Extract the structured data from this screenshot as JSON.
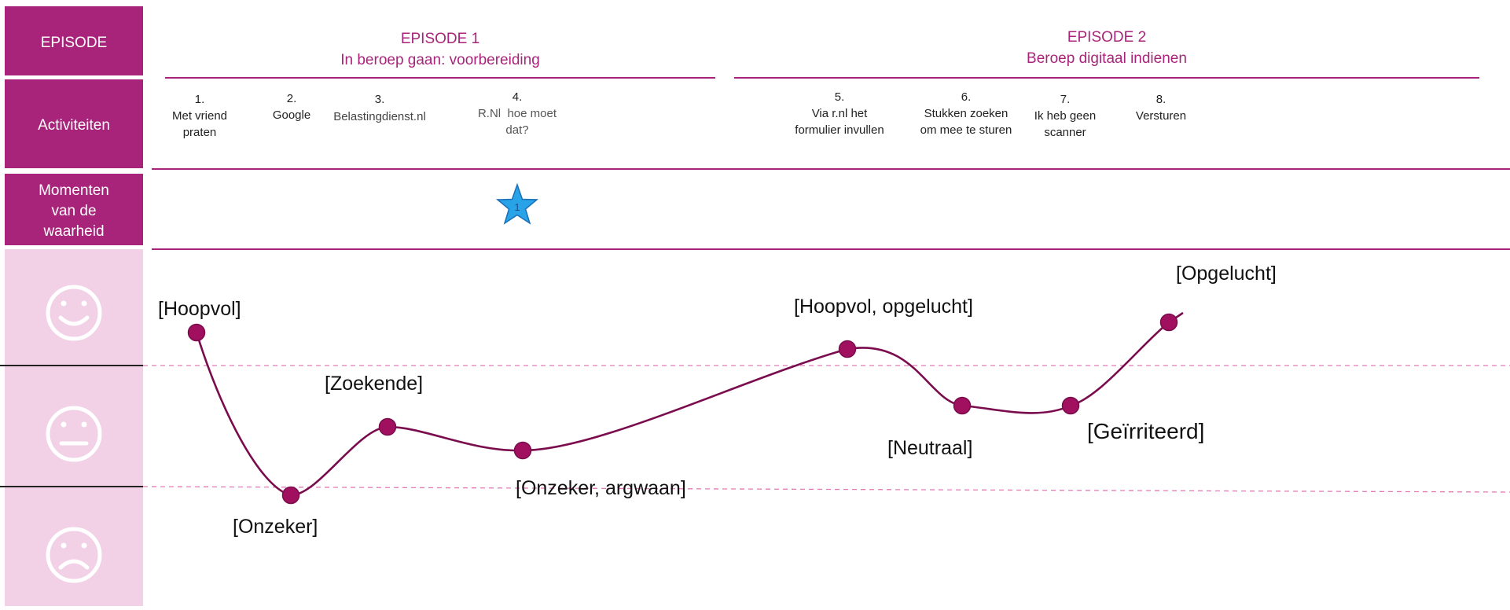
{
  "colors": {
    "dark_magenta": "#A8247A",
    "light_pink": "#F2D0E6",
    "curve": "#7A0C4E",
    "point_fill": "#A0105E",
    "star_fill": "#29A3E8",
    "star_stroke": "#1B6FB8",
    "line_text": "#222222"
  },
  "sidebar": {
    "episode_label": "EPISODE",
    "activities_label": "Activiteiten",
    "moments_label": [
      "Momenten",
      "van de",
      "waarheid"
    ],
    "emotion_icons": [
      "happy-face-icon",
      "neutral-face-icon",
      "sad-face-icon"
    ]
  },
  "episodes": [
    {
      "number": "EPISODE 1",
      "title": "In beroep gaan: voorbereiding"
    },
    {
      "number": "EPISODE 2",
      "title": "Beroep digitaal indienen"
    }
  ],
  "activities": [
    {
      "number": "1.",
      "lines": [
        "Met vriend",
        "praten"
      ]
    },
    {
      "number": "2.",
      "lines": [
        "Google"
      ]
    },
    {
      "number": "3.",
      "lines": [
        "Belastingdienst.nl"
      ]
    },
    {
      "number": "4.",
      "lines": [
        "R.Nl  hoe moet",
        "dat?"
      ]
    },
    {
      "number": "5.",
      "lines": [
        "Via r.nl het",
        "formulier invullen"
      ]
    },
    {
      "number": "6.",
      "lines": [
        "Stukken zoeken",
        "om mee te sturen"
      ]
    },
    {
      "number": "7.",
      "lines": [
        "Ik heb geen",
        "scanner"
      ]
    },
    {
      "number": "8.",
      "lines": [
        "Versturen"
      ]
    }
  ],
  "moments": [
    {
      "label": "1",
      "activity": 4
    }
  ],
  "journey": [
    {
      "activity": 1,
      "label": "[Hoopvol]"
    },
    {
      "activity": 2,
      "label": "[Onzeker]"
    },
    {
      "activity": 3,
      "label": "[Zoekende]"
    },
    {
      "activity": 4,
      "label": "[Onzeker, argwaan]"
    },
    {
      "activity": 5,
      "label": "[Hoopvol, opgelucht]"
    },
    {
      "activity": 6,
      "label": "[Neutraal]"
    },
    {
      "activity": 7,
      "label": "[Geïrriteerd]"
    },
    {
      "activity": 8,
      "label": "[Opgelucht]"
    }
  ]
}
